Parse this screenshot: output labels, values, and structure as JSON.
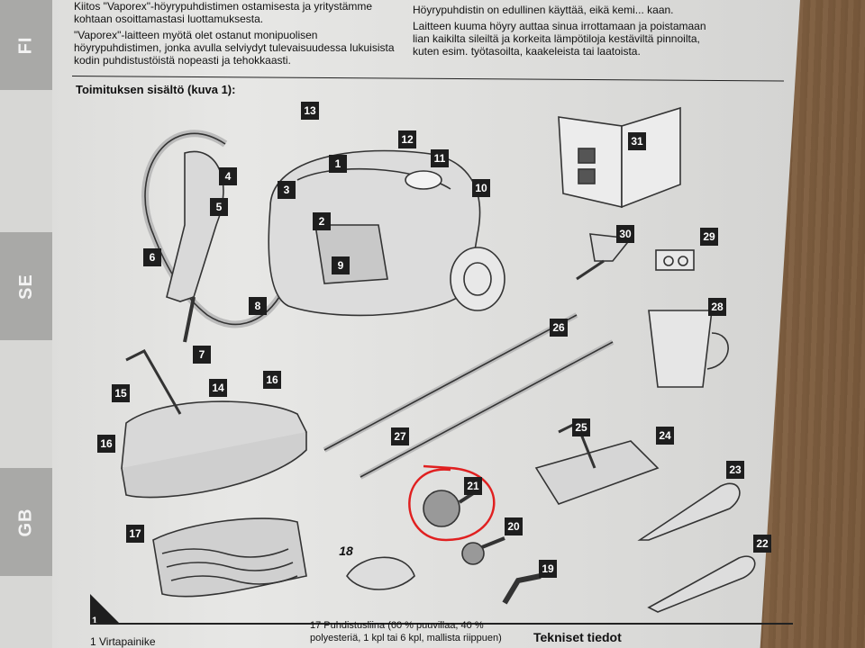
{
  "intro": {
    "left_p1": "Kiitos \"Vaporex\"-höyrypuhdistimen ostamisesta ja yritystämme kohtaan osoittamastasi luottamuksesta.",
    "left_p2": "\"Vaporex\"-laitteen myötä olet ostanut monipuolisen höyrypuhdistimen, jonka avulla selviydyt tulevaisuudessa lukuisista kodin puhdistustöistä nopeasti ja tehokkaasti.",
    "right_p1": "Höyrypuhdistin on edullinen käyttää, eikä kemi... kaan.",
    "right_p2": "Laitteen kuuma höyry auttaa sinua irrottamaan ja poistamaan lian kaikilta sileiltä ja korkeita lämpötiloja kestäviltä pinnoilta, kuten esim. työtasoilta, kaakeleista tai laatoista."
  },
  "languages": [
    "FI",
    "SE",
    "GB"
  ],
  "section_title": "Toimituksen sisältö (kuva 1):",
  "figure_number": "1",
  "callouts": [
    "1",
    "2",
    "3",
    "4",
    "5",
    "6",
    "7",
    "8",
    "9",
    "10",
    "11",
    "12",
    "13",
    "14",
    "15",
    "16",
    "16",
    "17",
    "18",
    "19",
    "20",
    "21",
    "22",
    "23",
    "24",
    "25",
    "26",
    "27",
    "28",
    "29",
    "30",
    "31"
  ],
  "list": {
    "item1": "1    Virtapainike",
    "item17": "17  Puhdistusliina (60 % puuvillaa, 40 % polyesteriä, 1 kpl tai 6 kpl, mallista riippuen)"
  },
  "tech_title": "Tekniset tiedot",
  "colors": {
    "highlight": "#e02020",
    "callout_bg": "#1e1e1e",
    "paper": "#e6e6e4"
  }
}
